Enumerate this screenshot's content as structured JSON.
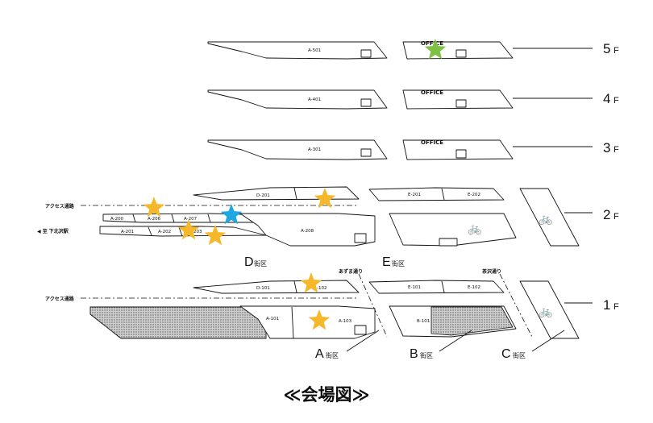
{
  "caption": "≪会場図≫",
  "colors": {
    "star_orange": "#F5B82A",
    "star_blue": "#1EA7E1",
    "star_green": "#7DC242",
    "line": "#111111",
    "hatch_fill": "#b8b8b8"
  },
  "floors": {
    "f5": "5",
    "f4": "4",
    "f3": "3",
    "f2": "2",
    "f1": "1",
    "suffix": "F"
  },
  "units": {
    "a501": "A-501",
    "a401": "A-401",
    "a301": "A-301",
    "d201": "D-201",
    "a200": "A-200",
    "a206": "A-206",
    "a207": "A-207",
    "a201": "A-201",
    "a202": "A-202",
    "a203": "203",
    "a208": "A-208",
    "e201": "E-201",
    "e202": "E-202",
    "d101": "D-101",
    "a102": "-102",
    "a101": "A-101",
    "a103": "A-103",
    "e101": "E-101",
    "e102": "E-102",
    "b101": "B-101"
  },
  "office_labels": {
    "f5": "OFFICE",
    "f4": "OFFICE",
    "f3": "OFFICE"
  },
  "left_labels": {
    "access_2f": "アクセス通路",
    "station": "◀ 至 下北沢駅",
    "access_1f": "アクセス通路"
  },
  "districts": {
    "d": {
      "letter": "D",
      "suffix": "街区"
    },
    "e": {
      "letter": "E",
      "suffix": "街区"
    },
    "a": {
      "letter": "A",
      "suffix": "街区"
    },
    "b": {
      "letter": "B",
      "suffix": "街区"
    },
    "c": {
      "letter": "C",
      "suffix": "街区"
    }
  },
  "streets": {
    "azuma": "あずま通り",
    "chazawa": "茶沢通り"
  },
  "icons": {
    "bicycle": "bicycle-icon",
    "star": "star-marker-icon"
  },
  "markers": [
    {
      "color": "orange",
      "floor": "2F",
      "near": "A-206"
    },
    {
      "color": "orange",
      "floor": "2F",
      "near": "D-201"
    },
    {
      "color": "blue",
      "floor": "2F",
      "near": "A-207"
    },
    {
      "color": "orange",
      "floor": "2F",
      "near": "A-202"
    },
    {
      "color": "orange",
      "floor": "2F",
      "near": "203"
    },
    {
      "color": "green",
      "floor": "5F",
      "near": "OFFICE"
    },
    {
      "color": "orange",
      "floor": "1F",
      "near": "-102"
    },
    {
      "color": "orange",
      "floor": "1F",
      "near": "A-103"
    }
  ]
}
